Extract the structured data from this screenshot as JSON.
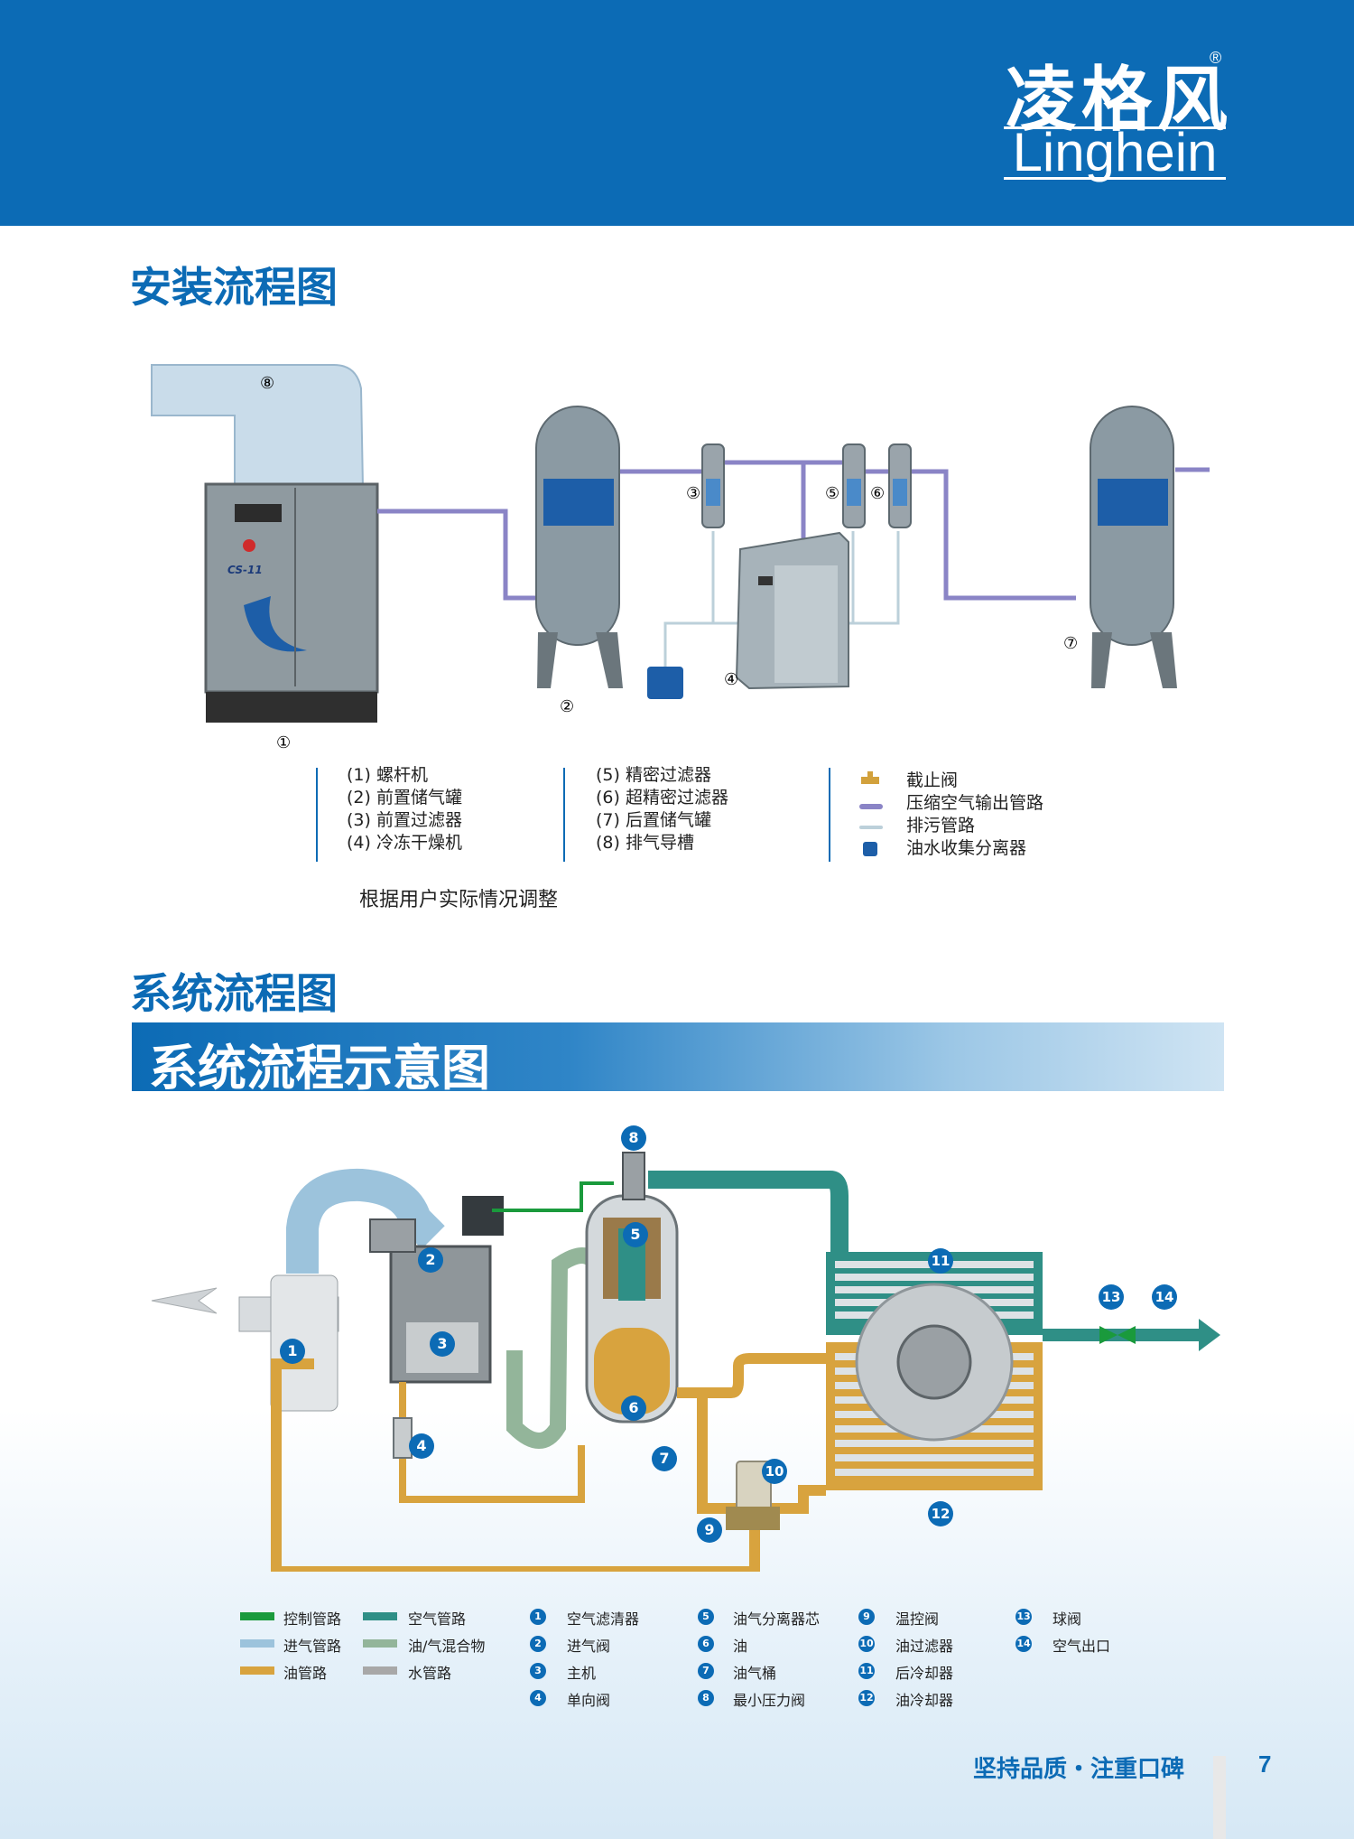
{
  "brand": {
    "name_cn": "凌格风",
    "name_en": "Linghein",
    "registered": "®"
  },
  "install": {
    "title": "安装流程图",
    "callouts": {
      "c1": "①",
      "c2": "②",
      "c3": "③",
      "c4": "④",
      "c5": "⑤",
      "c6": "⑥",
      "c7": "⑦",
      "c8": "⑧"
    },
    "machine_model": "CS-11",
    "legend_col1": [
      "(1) 螺杆机",
      "(2) 前置储气罐",
      "(3) 前置过滤器",
      "(4) 冷冻干燥机"
    ],
    "legend_col2": [
      "(5) 精密过滤器",
      "(6) 超精密过滤器",
      "(7) 后置储气罐",
      "(8) 排气导槽"
    ],
    "legend_col3": [
      "截止阀",
      "压缩空气输出管路",
      "排污管路",
      "油水收集分离器"
    ],
    "note": "根据用户实际情况调整"
  },
  "system": {
    "title": "系统流程图",
    "banner": "系统流程示意图",
    "pipe_legend": [
      {
        "label": "控制管路",
        "color": "#1a9a3c"
      },
      {
        "label": "空气管路",
        "color": "#2f8f86"
      },
      {
        "label": "进气管路",
        "color": "#9cc3dc"
      },
      {
        "label": "油/气混合物",
        "color": "#93b59a"
      },
      {
        "label": "油管路",
        "color": "#d8a33e"
      },
      {
        "label": "水管路",
        "color": "#a8a8a8"
      }
    ],
    "parts": [
      {
        "n": "1",
        "label": "空气滤清器"
      },
      {
        "n": "2",
        "label": "进气阀"
      },
      {
        "n": "3",
        "label": "主机"
      },
      {
        "n": "4",
        "label": "单向阀"
      },
      {
        "n": "5",
        "label": "油气分离器芯"
      },
      {
        "n": "6",
        "label": "油"
      },
      {
        "n": "7",
        "label": "油气桶"
      },
      {
        "n": "8",
        "label": "最小压力阀"
      },
      {
        "n": "9",
        "label": "温控阀"
      },
      {
        "n": "10",
        "label": "油过滤器"
      },
      {
        "n": "11",
        "label": "后冷却器"
      },
      {
        "n": "12",
        "label": "油冷却器"
      },
      {
        "n": "13",
        "label": "球阀"
      },
      {
        "n": "14",
        "label": "空气出口"
      }
    ]
  },
  "footer": {
    "slogan": "坚持品质・注重口碑",
    "page": "7"
  }
}
